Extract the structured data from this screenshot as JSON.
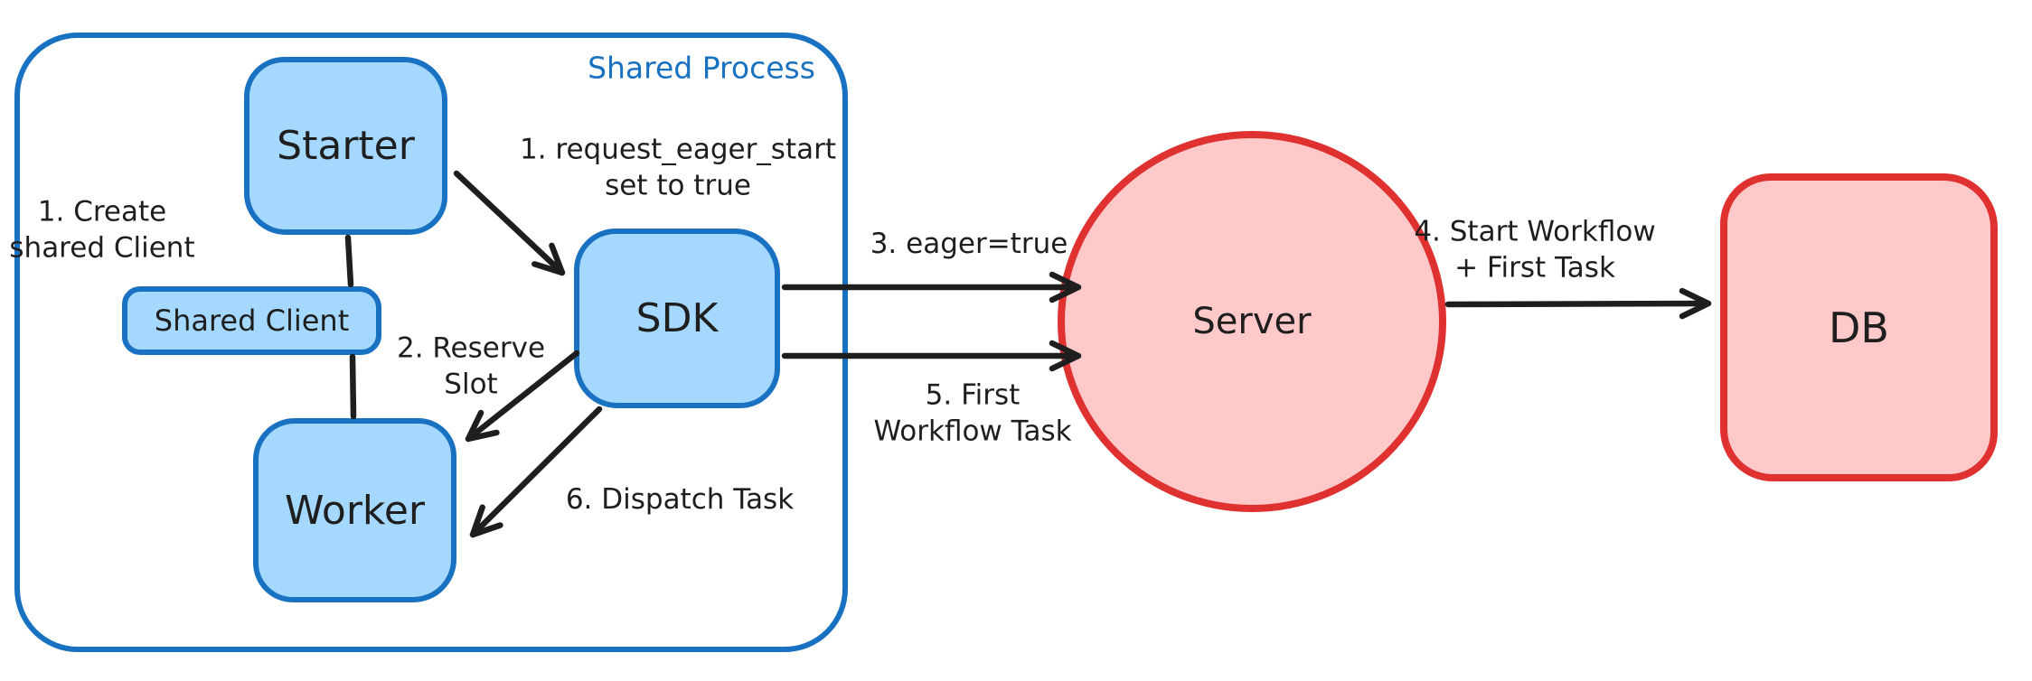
{
  "diagram": {
    "container": {
      "label": "Shared Process"
    },
    "nodes": {
      "starter": {
        "label": "Starter"
      },
      "shared_client": {
        "label": "Shared Client"
      },
      "worker": {
        "label": "Worker"
      },
      "sdk": {
        "label": "SDK"
      },
      "server": {
        "label": "Server"
      },
      "db": {
        "label": "DB"
      }
    },
    "edge_labels": {
      "create_shared_client": "1. Create\nshared Client",
      "request_eager_start": "1. request_eager_start\nset to true",
      "reserve_slot": "2. Reserve\nSlot",
      "eager_true": "3. eager=true",
      "start_workflow_first_task": "4. Start Workflow\n+ First Task",
      "first_workflow_task": "5. First\nWorkflow Task",
      "dispatch_task": "6. Dispatch Task"
    },
    "colors": {
      "blue_stroke": "#1971c2",
      "blue_fill": "#a5d8ff",
      "red_stroke": "#e03131",
      "red_fill": "#ffc9c9",
      "ink": "#1e1e1e",
      "background": "#ffffff"
    }
  }
}
